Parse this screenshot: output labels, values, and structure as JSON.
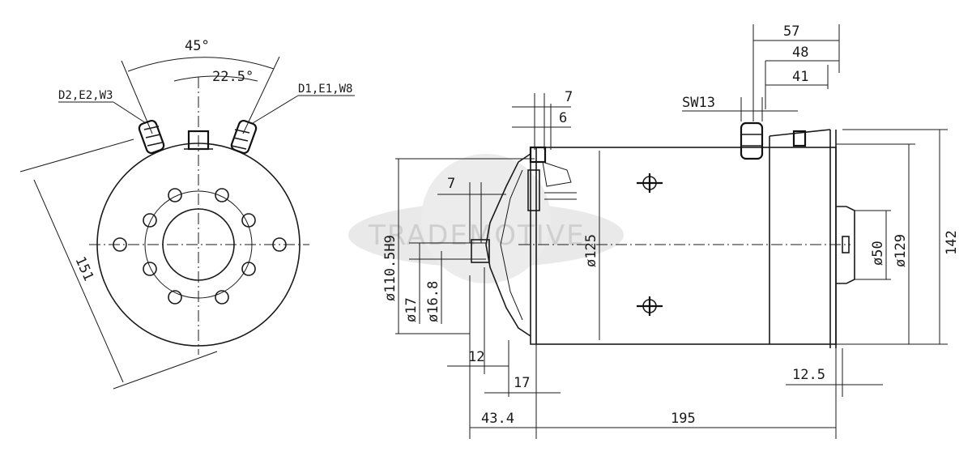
{
  "front_view": {
    "angle_outer": "45°",
    "angle_inner": "22.5°",
    "terminal_left": "D2,E2,W3",
    "terminal_right": "D1,E1,W8",
    "diameter_diag": "151"
  },
  "side_view": {
    "dim_57": "57",
    "dim_48": "48",
    "dim_41": "41",
    "sw13": "SW13",
    "dim_7_top": "7",
    "dim_6": "6",
    "dim_7_mid": "7",
    "dia_110": "ø110.5H9",
    "dia_17": "ø17",
    "dia_168": "ø16.8",
    "dia_125": "ø125",
    "dia_50": "ø50",
    "dia_129": "ø129",
    "dim_142": "142",
    "dim_12": "12",
    "dim_17": "17",
    "dim_125": "12.5",
    "dim_434": "43.4",
    "dim_195": "195"
  },
  "watermark": "TRADEMOTIVE",
  "colors": {
    "line": "#1a1a1a",
    "watermark": "#cfcfcf"
  }
}
